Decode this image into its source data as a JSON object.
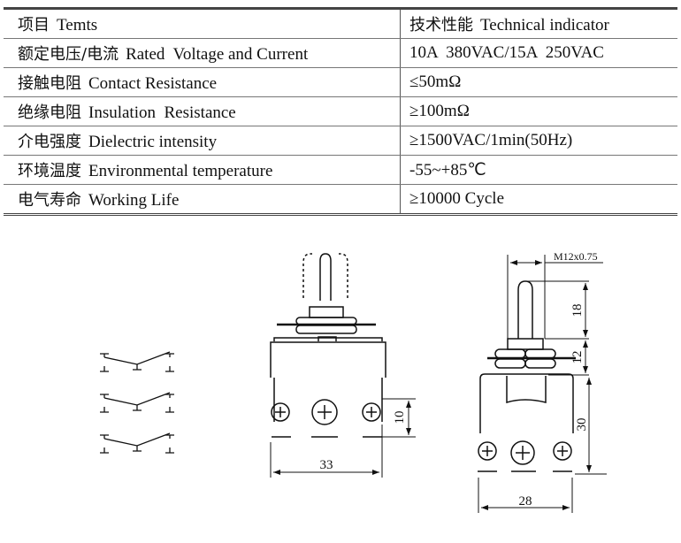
{
  "table": {
    "header": {
      "item_cn": "项目",
      "item_en": "Temts",
      "value_cn": "技术性能",
      "value_en": "Technical indicator"
    },
    "rows": [
      {
        "cn": "额定电压/电流",
        "en": "Rated  Voltage and Current",
        "value": "10A  380VAC/15A  250VAC"
      },
      {
        "cn": "接触电阻",
        "en": "Contact Resistance",
        "value": "≤50mΩ"
      },
      {
        "cn": "绝缘电阻",
        "en": "Insulation  Resistance",
        "value": "≥100mΩ"
      },
      {
        "cn": "介电强度",
        "en": "Dielectric intensity",
        "value": "≥1500VAC/1min(50Hz)"
      },
      {
        "cn": "环境温度",
        "en": "Environmental temperature",
        "value": "-55~+85℃"
      },
      {
        "cn": "电气寿命",
        "en": "Working Life",
        "value": "≥10000 Cycle"
      }
    ]
  },
  "drawing": {
    "front": {
      "width_dim": "33",
      "terminal_dim": "10"
    },
    "side": {
      "thread": "M12x0.75",
      "lever_dim": "18",
      "bushing_dim": "12",
      "body_dim": "30",
      "width_dim": "28"
    }
  }
}
